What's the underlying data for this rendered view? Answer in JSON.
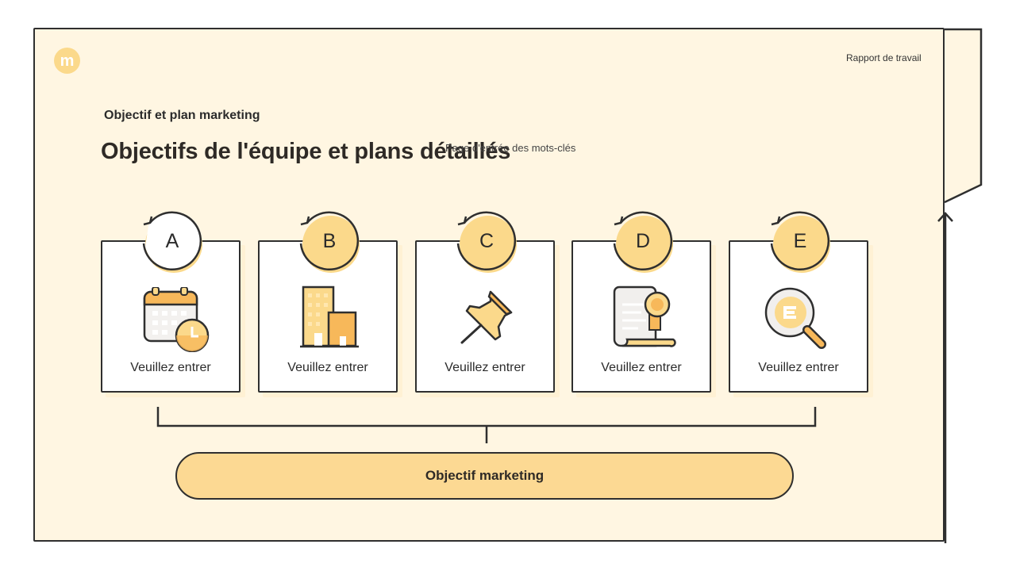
{
  "header": {
    "logo_letter": "m",
    "report_label": "Rapport de travail"
  },
  "section_title": "Objectif et plan marketing",
  "main_title": "Objectifs de l'équipe et plans détaillés",
  "subtitle": "Page d'entrée des mots-clés",
  "cards": [
    {
      "letter": "A",
      "label": "Veuillez entrer",
      "icon": "calendar-clock-icon"
    },
    {
      "letter": "B",
      "label": "Veuillez entrer",
      "icon": "building-icon"
    },
    {
      "letter": "C",
      "label": "Veuillez entrer",
      "icon": "pushpin-icon"
    },
    {
      "letter": "D",
      "label": "Veuillez entrer",
      "icon": "certificate-icon"
    },
    {
      "letter": "E",
      "label": "Veuillez entrer",
      "icon": "magnifier-icon"
    }
  ],
  "goal_label": "Objectif marketing",
  "colors": {
    "background": "#fff6e2",
    "accent": "#fbd98b",
    "accent_dark": "#f7b85a",
    "stroke": "#2f2f2f"
  }
}
